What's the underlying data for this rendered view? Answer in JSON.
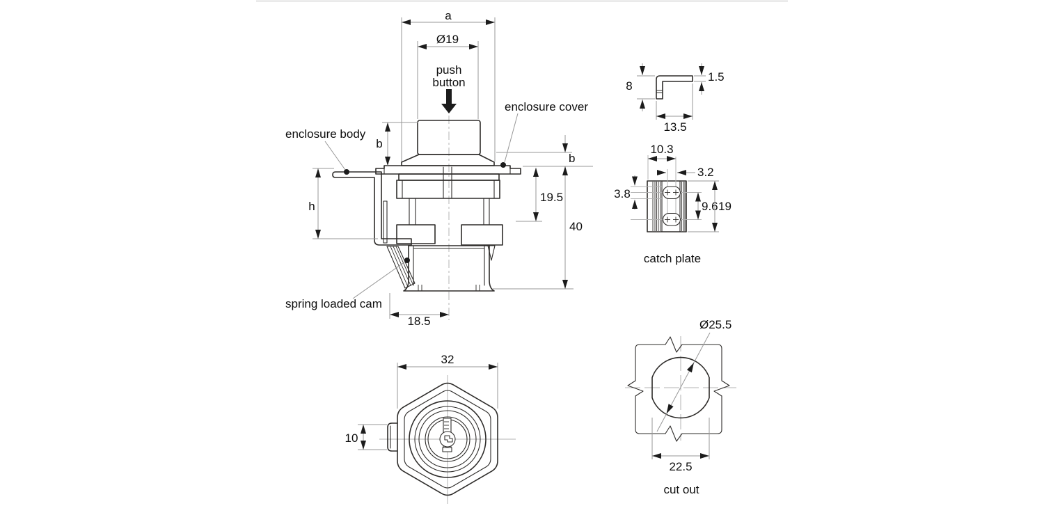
{
  "figure": {
    "main_view": {
      "dim_a": "a",
      "dim_dia19": "Ø19",
      "push_label_1": "push",
      "push_label_2": "button",
      "label_enclosure_cover": "enclosure cover",
      "label_enclosure_body": "enclosure body",
      "dim_b_left": "b",
      "dim_b_right": "b",
      "dim_h": "h",
      "dim_19_5": "19.5",
      "dim_40": "40",
      "dim_18_5": "18.5",
      "label_spring_cam": "spring loaded cam"
    },
    "bracket_view": {
      "dim_8": "8",
      "dim_1_5": "1.5",
      "dim_13_5": "13.5"
    },
    "catch_plate_view": {
      "dim_10_3": "10.3",
      "dim_3_2": "3.2",
      "dim_3_8": "3.8",
      "dim_9_6": "9.6",
      "dim_19": "19",
      "caption": "catch plate"
    },
    "front_view": {
      "dim_32": "32",
      "dim_10": "10"
    },
    "cutout_view": {
      "dim_dia25_5": "Ø25.5",
      "dim_22_5": "22.5",
      "caption": "cut out"
    },
    "colors": {
      "outline": "#2e2c2a",
      "dimension_line": "#979797",
      "text": "#0e0e0e",
      "background": "#ffffff"
    }
  }
}
